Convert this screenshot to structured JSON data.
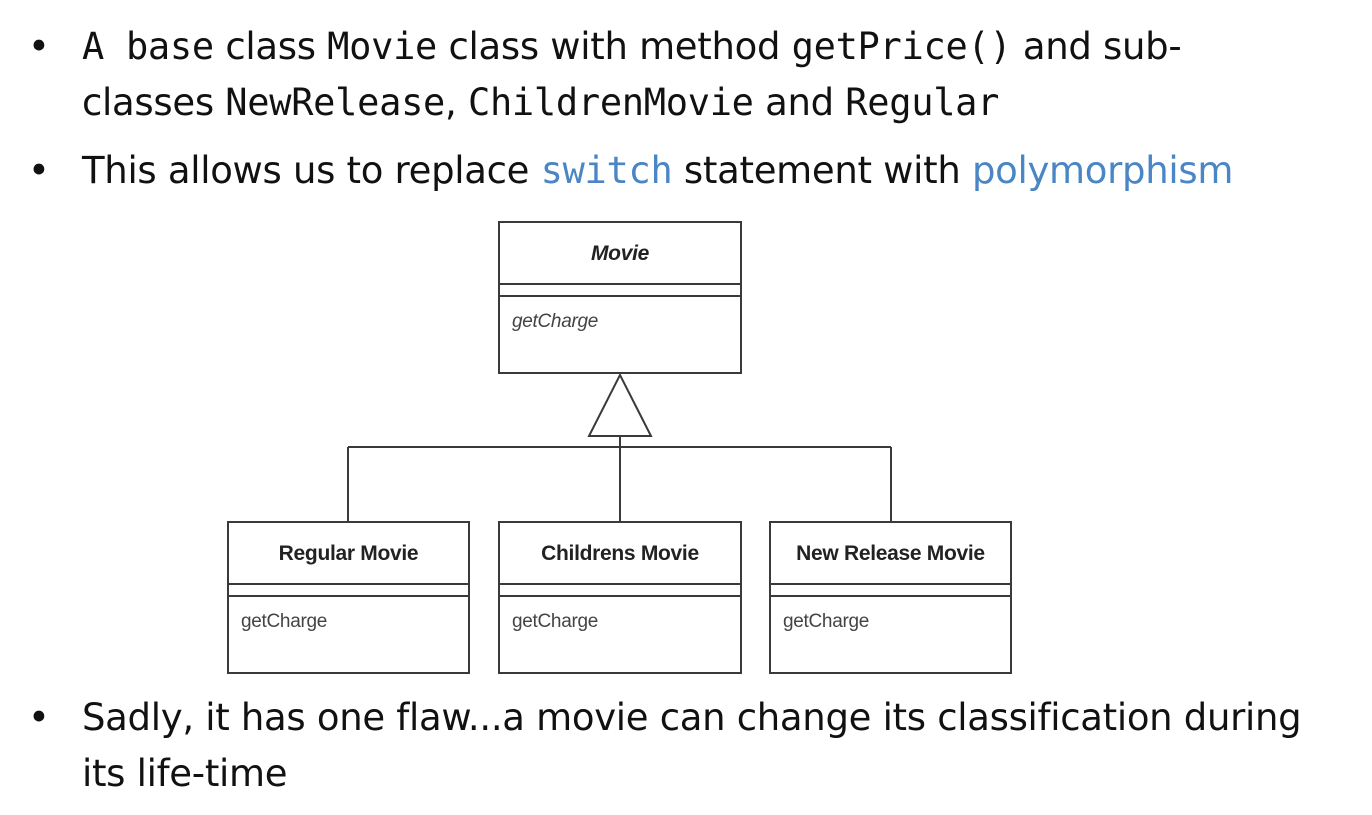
{
  "bullets": {
    "b1": {
      "dot": "•",
      "seg1": "A base",
      "seg2": " class ",
      "seg3": "Movie",
      "seg4": " class with method ",
      "seg5": "getPrice()",
      "seg6": " and sub-",
      "seg7": "classes ",
      "seg8": "NewRelease",
      "seg9": ", ",
      "seg10": "ChildrenMovie",
      "seg11": " and ",
      "seg12": "Regular"
    },
    "b2": {
      "dot": "•",
      "seg1": "This allows us to replace ",
      "seg2": "switch",
      "seg3": " statement with ",
      "seg4": "polymorphism"
    },
    "b3": {
      "dot": "•",
      "line1": "Sadly, it has one flaw...a movie can change its classification during",
      "line2": "its life-time"
    }
  },
  "diagram": {
    "base": {
      "name": "Movie",
      "operation": "getCharge"
    },
    "subclasses": [
      {
        "name": "Regular Movie",
        "operation": "getCharge"
      },
      {
        "name": "Childrens Movie",
        "operation": "getCharge"
      },
      {
        "name": "New Release Movie",
        "operation": "getCharge"
      }
    ]
  },
  "colors": {
    "keyword": "#4a86c5",
    "text": "#111111",
    "uml_line": "#3a3a3a"
  }
}
